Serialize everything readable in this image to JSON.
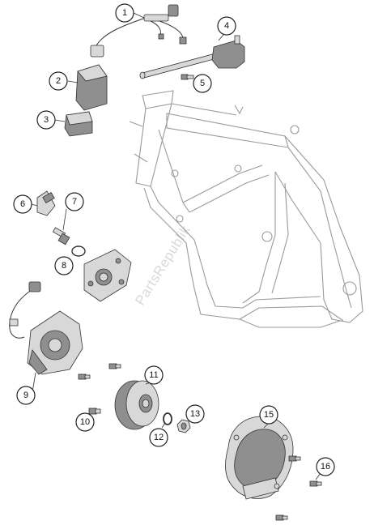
{
  "watermark": "PartsRepublik",
  "callouts": [
    "1",
    "2",
    "3",
    "4",
    "5",
    "6",
    "7",
    "8",
    "9",
    "10",
    "11",
    "12",
    "13",
    "15",
    "16"
  ]
}
